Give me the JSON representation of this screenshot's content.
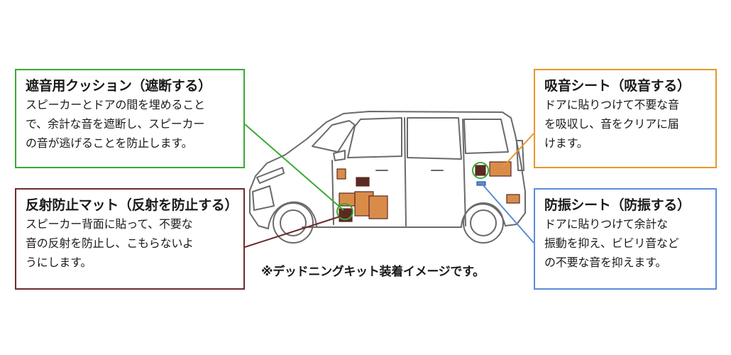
{
  "colors": {
    "cushion": "#3aaa35",
    "mat": "#6b2b2b",
    "absorb": "#e8962b",
    "damp": "#5b8dd6",
    "part_fill": "#d98c4a",
    "part_dark": "#5a2a22",
    "car_line": "#6a6a6a"
  },
  "callouts": {
    "cushion": {
      "title": "遮音用クッション（遮断する）",
      "lines": [
        "スピーカーとドアの間を埋めること",
        "で、余計な音を遮断し、スピーカー",
        "の音が逃げることを防止します。"
      ]
    },
    "mat": {
      "title": "反射防止マット（反射を防止する）",
      "lines": [
        "スピーカー背面に貼って、不要な",
        "音の反射を防止し、こもらないよ",
        "うにします。"
      ]
    },
    "absorb": {
      "title": "吸音シート（吸音する）",
      "lines": [
        "ドアに貼りつけて不要な音",
        "を吸収し、音をクリアに届",
        "けます。"
      ]
    },
    "damp": {
      "title": "防振シート（防振する）",
      "lines": [
        "ドアに貼りつけて余計な",
        "振動を抑え、ビビリ音など",
        "の不要な音を抑えます。"
      ]
    }
  },
  "caption": "※デッドニングキット装着イメージです。"
}
